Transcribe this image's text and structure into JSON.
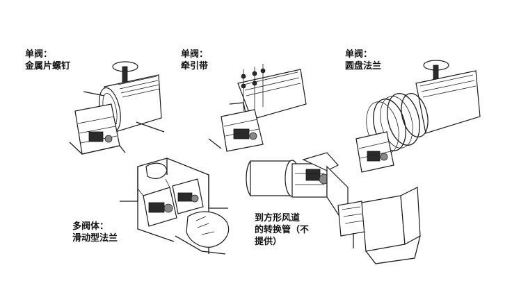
{
  "labels": {
    "metal_screw": {
      "line1": "单阀：",
      "line2": "金属片螺钉"
    },
    "traction_strap": {
      "line1": "单阀：",
      "line2": "牵引带"
    },
    "disc_flange": {
      "line1": "单阀：",
      "line2": "圆盘法兰"
    },
    "multi_valve": {
      "line1": "多阀体：",
      "line2": "滑动型法兰"
    },
    "transition_pipe": {
      "line1": "到方形风道",
      "line2": "的转换管（不",
      "line3": "提供）"
    }
  },
  "colors": {
    "ink": "#1a1a1a",
    "background": "#ffffff"
  }
}
